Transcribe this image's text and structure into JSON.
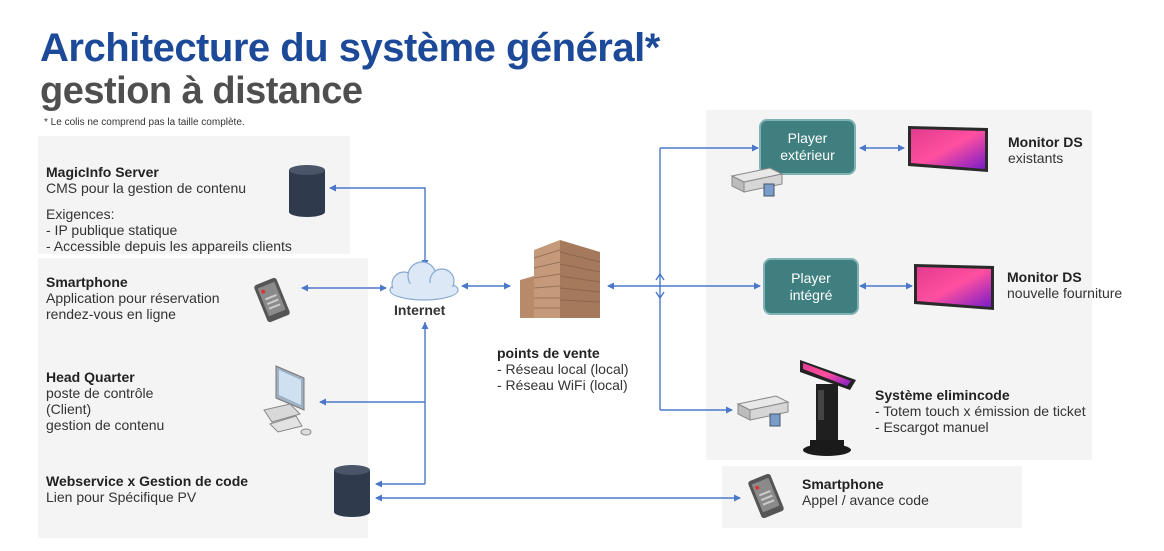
{
  "title": {
    "line1": "Architecture du système général*",
    "line2": "gestion à distance",
    "footnote": "* Le colis ne comprend pas la taille complète."
  },
  "magicinfo": {
    "name": "MagicInfo Server",
    "desc": "CMS pour la gestion de contenu",
    "req_title": "Exigences:",
    "req1": "- IP publique statique",
    "req2": "- Accessible depuis les appareils clients"
  },
  "smartphone_left": {
    "name": "Smartphone",
    "line1": "Application pour réservation",
    "line2": "rendez-vous en ligne"
  },
  "headquarter": {
    "name": "Head Quarter",
    "line1": "poste de contrôle",
    "line2": "(Client)",
    "line3": "gestion de contenu"
  },
  "webservice": {
    "name": "Webservice x Gestion de code",
    "line1": "Lien pour Spécifique PV"
  },
  "internet": {
    "label": "Internet"
  },
  "points_de_vente": {
    "name": "points de vente",
    "line1": "- Réseau local (local)",
    "line2": "- Réseau WiFi (local)"
  },
  "player_exterieur": {
    "line1": "Player",
    "line2": "extérieur"
  },
  "player_integre": {
    "line1": "Player",
    "line2": "intégré"
  },
  "monitor_existants": {
    "name": "Monitor DS",
    "line1": "existants"
  },
  "monitor_nouvelle": {
    "name": "Monitor DS",
    "line1": "nouvelle fourniture"
  },
  "elimincode": {
    "name": "Système elimincode",
    "line1": "- Totem touch x émission de ticket",
    "line2": "- Escargot manuel"
  },
  "smartphone_right": {
    "name": "Smartphone",
    "line1": "Appel / avance code"
  },
  "colors": {
    "title_blue": "#1c4a98",
    "title_gray": "#4f4f4f",
    "arrow": "#4a78c8",
    "player_fill": "#3f7f80",
    "panel": "#f4f4f4"
  }
}
